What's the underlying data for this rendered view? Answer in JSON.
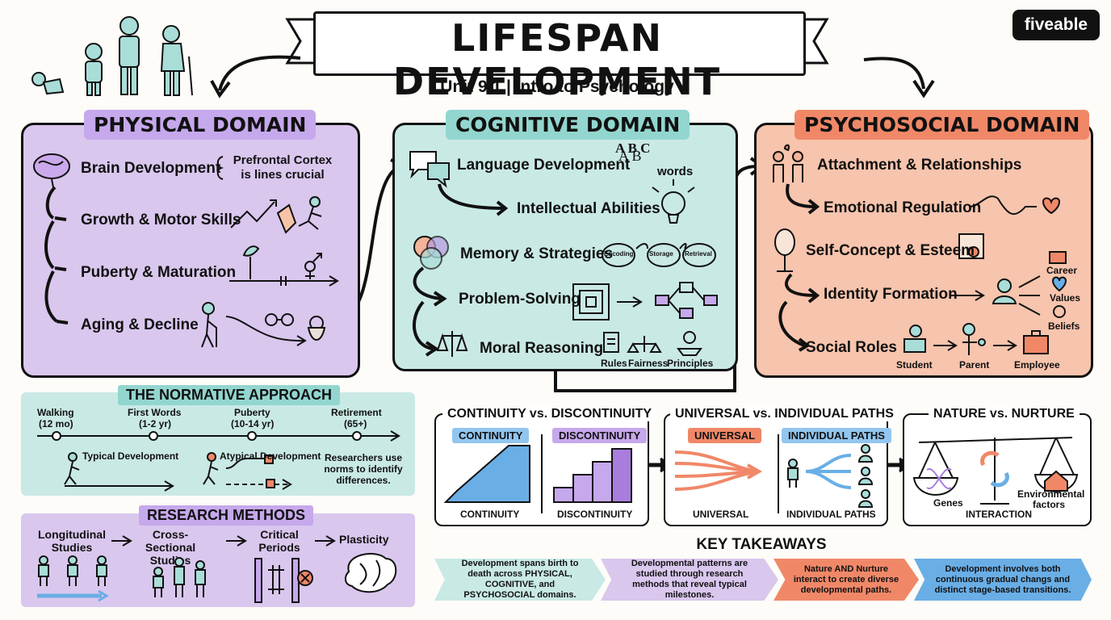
{
  "title": "LIFESPAN DEVELOPMENT",
  "subtitle": "Unit 9.1 | Intro to Psychology",
  "logo": "fiveable",
  "physical": {
    "title": "PHYSICAL DOMAIN",
    "items": [
      "Brain Development",
      "Growth & Motor Skills",
      "Puberty & Maturation",
      "Aging & Decline"
    ],
    "brace_note": "Prefrontal Cortex is lines crucial"
  },
  "cognitive": {
    "title": "COGNITIVE DOMAIN",
    "items": [
      "Language Development",
      "Intellectual Abilities",
      "Memory & Strategies",
      "Problem-Solving",
      "Moral Reasoning"
    ],
    "letters": "A B C",
    "words": "words",
    "memory_steps": [
      "Encoding",
      "Storage",
      "Retrieval"
    ],
    "moral_labels": [
      "Rules",
      "Fairness",
      "Principles"
    ]
  },
  "psychosocial": {
    "title": "PSYCHOSOCIAL DOMAIN",
    "items": [
      "Attachment & Relationships",
      "Emotional Regulation",
      "Self-Concept & Esteem",
      "Identity Formation",
      "Social Roles"
    ],
    "identity_labels": [
      "Career",
      "Values",
      "Beliefs"
    ],
    "role_labels": [
      "Student",
      "Parent",
      "Employee"
    ]
  },
  "normative": {
    "title": "THE NORMATIVE APPROACH",
    "milestones": [
      {
        "label": "Walking",
        "age": "(12 mo)"
      },
      {
        "label": "First Words",
        "age": "(1-2 yr)"
      },
      {
        "label": "Puberty",
        "age": "(10-14 yr)"
      },
      {
        "label": "Retirement",
        "age": "(65+)"
      }
    ],
    "typical": "Typical Development",
    "atypical": "Atypical Development",
    "note": "Researchers use norms to identify differences."
  },
  "research": {
    "title": "RESEARCH METHODS",
    "methods": [
      "Longitudinal Studies",
      "Cross-Sectional Studies",
      "Critical Periods",
      "Plasticity"
    ]
  },
  "continuity": {
    "title": "CONTINUITY vs. DISCONTINUITY",
    "tag_left": "CONTINUITY",
    "tag_right": "DISCONTINUITY",
    "caption_left": "CONTINUITY",
    "caption_right": "DISCONTINUITY"
  },
  "universal": {
    "title": "UNIVERSAL vs. INDIVIDUAL PATHS",
    "tag_left": "UNIVERSAL",
    "tag_right": "INDIVIDUAL PATHS",
    "caption_left": "UNIVERSAL",
    "caption_right": "INDIVIDUAL PATHS"
  },
  "nature": {
    "title": "NATURE vs. NURTURE",
    "genes": "Genes",
    "interaction": "INTERACTION",
    "env": "Environmental factors"
  },
  "takeaways": {
    "title": "KEY TAKEAWAYS",
    "items": [
      "Development spans birth to death across PHYSICAL, COGNITIVE, and PSYCHOSOCIAL domains.",
      "Developmental patterns are studied through research methods that reveal typical milestones.",
      "Nature AND Nurture interact to create diverse developmental paths.",
      "Development involves both continuous gradual changs and distinct stage-based transitions."
    ]
  },
  "colors": {
    "physical": "#d9c7ee",
    "cognitive": "#c9e9e5",
    "psychosocial": "#f7c4ad",
    "teal": "#8fd3cc",
    "purple": "#b79be0",
    "coral": "#f08868",
    "blue": "#6aaee6"
  }
}
